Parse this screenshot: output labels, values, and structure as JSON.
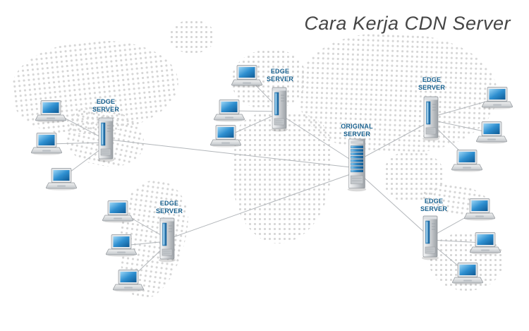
{
  "title": "Cara Kerja CDN Server",
  "diagram_type": "cdn-network-topology",
  "nodes": {
    "original": {
      "id": "original-server",
      "label": "ORIGINAL SERVER",
      "icon": "server-rack-icon",
      "connected_edge_servers": 5
    },
    "edges": [
      {
        "id": "edge-server-left",
        "label": "EDGE SERVER",
        "icon": "server-tower-icon",
        "clients": 3
      },
      {
        "id": "edge-server-top-center",
        "label": "EDGE SERVER",
        "icon": "server-tower-icon",
        "clients": 3
      },
      {
        "id": "edge-server-top-right",
        "label": "EDGE SERVER",
        "icon": "server-tower-icon",
        "clients": 3
      },
      {
        "id": "edge-server-bottom-left",
        "label": "EDGE SERVER",
        "icon": "server-tower-icon",
        "clients": 3
      },
      {
        "id": "edge-server-bottom-right",
        "label": "EDGE SERVER",
        "icon": "server-tower-icon",
        "clients": 3
      }
    ],
    "client_icon": "laptop-icon",
    "total_clients": 15
  },
  "colors": {
    "label_text": "#18618f",
    "title_text": "#454545",
    "connection_line": "#b2b6ba",
    "map_dot": "#d6d6d6",
    "laptop_screen": "#2e8fd0",
    "server_stripe": "#0f5a94"
  }
}
